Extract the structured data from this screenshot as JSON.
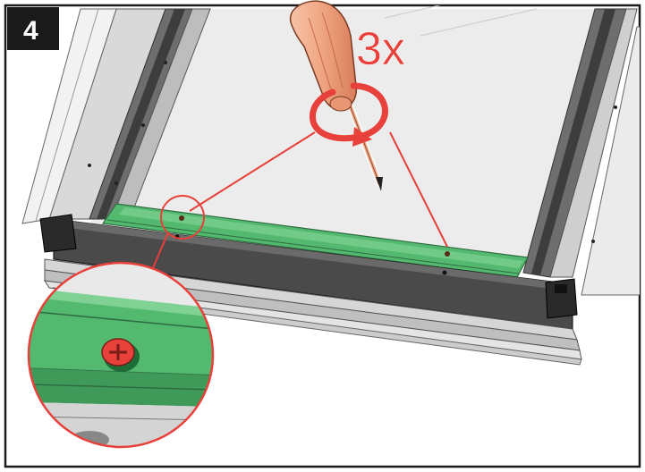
{
  "step": {
    "number": "4"
  },
  "instruction": {
    "repeat_count": "3x"
  },
  "icons": {
    "screwdriver": "screwdriver-icon",
    "rotation": "rotate-clockwise-icon",
    "screw_detail": "phillips-screw-icon",
    "magnifier": "zoom-detail-callout"
  },
  "colors": {
    "accent_red": "#e8403a",
    "rail_green": "#52b96e",
    "rail_green_dark": "#3f9a59",
    "frame_dark": "#4a4a4a",
    "frame_light": "#e6e6e6",
    "badge_black": "#1a1a1a",
    "handle_salmon": "#f0a784"
  }
}
